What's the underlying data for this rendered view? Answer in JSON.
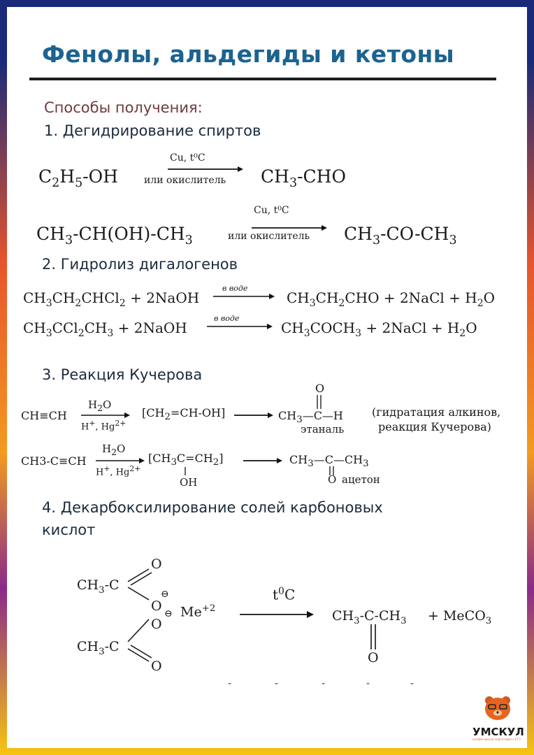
{
  "title": "Фенолы, альдегиды и кетоны",
  "subtitle": "Способы получения:",
  "s1": {
    "heading": "1. Дегидрирование спиртов",
    "r1_left": "C2H5-OH",
    "r1_above": "Cu, t⁰C",
    "r1_below": "или окислитель",
    "r1_right": "CH3-CHO",
    "r2_left": "CH3-CH(OH)-CH3",
    "r2_above": "Cu, t⁰C",
    "r2_below": "или окислитель",
    "r2_right": "CH3-CO-CH3"
  },
  "s2": {
    "heading": "2. Гидролиз дигалогенов",
    "r1_left": "CH3CH2CHCl2 + 2NaOH",
    "r1_cond": "в воде",
    "r1_right": "CH3CH2CHO + 2NaCl + H2O",
    "r2_left": "CH3CCl2CH3 + 2NaOH",
    "r2_cond": "в воде",
    "r2_right": "CH3COCH3 + 2NaCl + H2O"
  },
  "s3": {
    "heading": "3. Реакция Кучерова",
    "r1_start": "CH≡CH",
    "cat_top": "H2O",
    "cat_bottom": "H+, Hg2+",
    "r1_mid": "[CH2=CH-OH]",
    "r1_name": "этаналь",
    "note1": "(гидратация алкинов,",
    "note2": "реакция Кучерова)",
    "r2_start": "CH3-C≡CH",
    "r2_mid": "[CH3C=CH2]",
    "r2_oh": "OH",
    "r2_name": "ацетон"
  },
  "s4": {
    "heading_l1": "4. Декарбоксилирование солей карбоновых",
    "heading_l2": "кислот",
    "ch3c": "CH3-C",
    "o": "O",
    "charge": "⊖",
    "me": "Me+2",
    "cond": "t⁰C",
    "product": "CH3-C-CH3",
    "byproduct": "+ MeCO3"
  },
  "logo": {
    "name": "УМСКУЛ",
    "tagline": "онлайн-школа подготовки к ЕГЭ"
  },
  "colors": {
    "title": "#1b6390",
    "subtitle": "#6f3b3f",
    "heading": "#1b2b3c",
    "logo_accent": "#e5651f"
  }
}
